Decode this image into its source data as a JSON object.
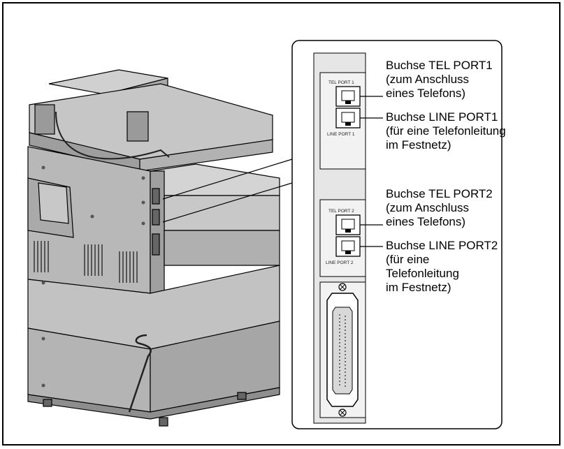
{
  "port_panel": {
    "tel_port_1_tag": "TEL PORT 1",
    "line_port_1_tag": "LINE PORT 1",
    "tel_port_2_tag": "TEL PORT 2",
    "line_port_2_tag": "LINE PORT 2"
  },
  "callouts": {
    "tel_port_1": {
      "line1": "Buchse TEL PORT1",
      "line2": "(zum Anschluss",
      "line3": "eines Telefons)"
    },
    "line_port_1": {
      "line1": "Buchse LINE PORT1",
      "line2": "(für eine Telefonleitung",
      "line3": "im Festnetz)"
    },
    "tel_port_2": {
      "line1": "Buchse TEL PORT2",
      "line2": "(zum Anschluss",
      "line3": "eines Telefons)"
    },
    "line_port_2": {
      "line1": "Buchse LINE PORT2",
      "line2": "(für eine",
      "line3": "Telefonleitung",
      "line4": "im Festnetz)"
    }
  }
}
